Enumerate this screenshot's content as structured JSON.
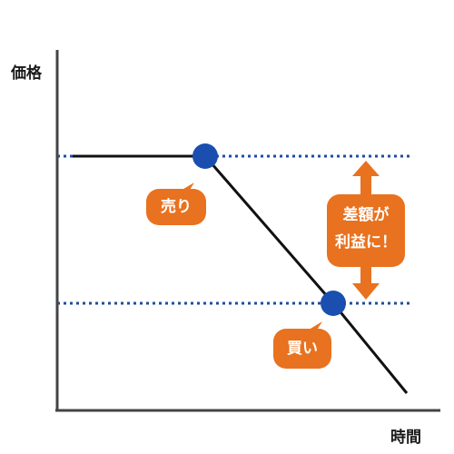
{
  "chart_data": {
    "type": "line",
    "ylabel": "価格",
    "xlabel": "時間",
    "x": [
      0,
      1,
      2,
      3
    ],
    "series": [
      {
        "values": [
          2,
          2,
          1,
          0.5
        ]
      }
    ],
    "xlim": [
      0,
      3
    ],
    "ylim": [
      0,
      2
    ],
    "reference_lines": [
      {
        "y": 2,
        "style": "dotted",
        "color": "#1f4e9c"
      },
      {
        "y": 1,
        "style": "dotted",
        "color": "#1f4e9c"
      }
    ],
    "markers": [
      {
        "x": 1,
        "y": 2,
        "label": "売り",
        "color": "#1a4fb0"
      },
      {
        "x": 2,
        "y": 1,
        "label": "買い",
        "color": "#1a4fb0"
      }
    ],
    "annotation": {
      "text_line1": "差額が",
      "text_line2": "利益に！"
    },
    "colors": {
      "accent": "#e8721f",
      "marker": "#1a4fb0",
      "line": "#111111",
      "axis": "#444444"
    }
  }
}
